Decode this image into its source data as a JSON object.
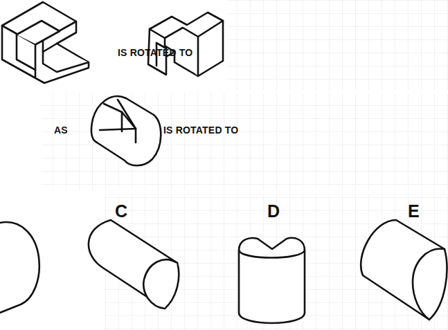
{
  "diagram": {
    "labels": [
      "IS ROTATED TO",
      "AS",
      "IS ROTATED TO",
      "C",
      "D",
      "E"
    ]
  }
}
